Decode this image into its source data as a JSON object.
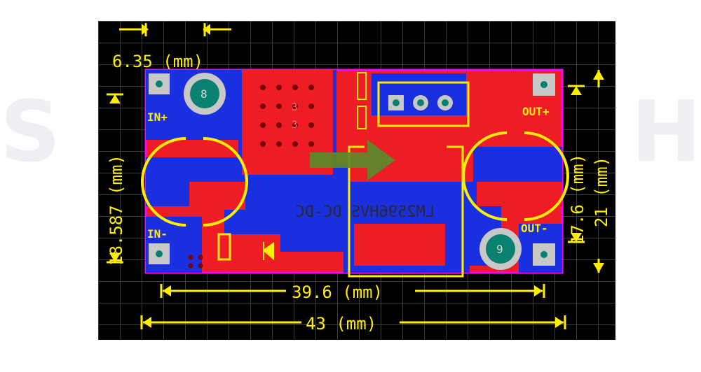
{
  "dimensions": {
    "hole_offset": "6.35 (mm)",
    "left_height": "18.587 (mm)",
    "inner_width": "39.6 (mm)",
    "outer_width": "43 (mm)",
    "inner_height": "17.6 (mm)",
    "outer_height": "21 (mm)"
  },
  "labels": {
    "in_plus": "IN+",
    "in_minus": "IN-",
    "out_plus": "OUT+",
    "out_minus": "OUT-",
    "chip": "LM2596HVS DC-DC",
    "hole_left": "8",
    "hole_right": "9",
    "pad_a": "3",
    "pad_b": "3"
  },
  "colors": {
    "background": "#000000",
    "grid": "#3d3d3d",
    "copper_top": "#ee1c24",
    "copper_bottom": "#1a2fe0",
    "silkscreen": "#ffee00",
    "outline": "#ff00ff",
    "arrow": "#5b8a2a"
  }
}
